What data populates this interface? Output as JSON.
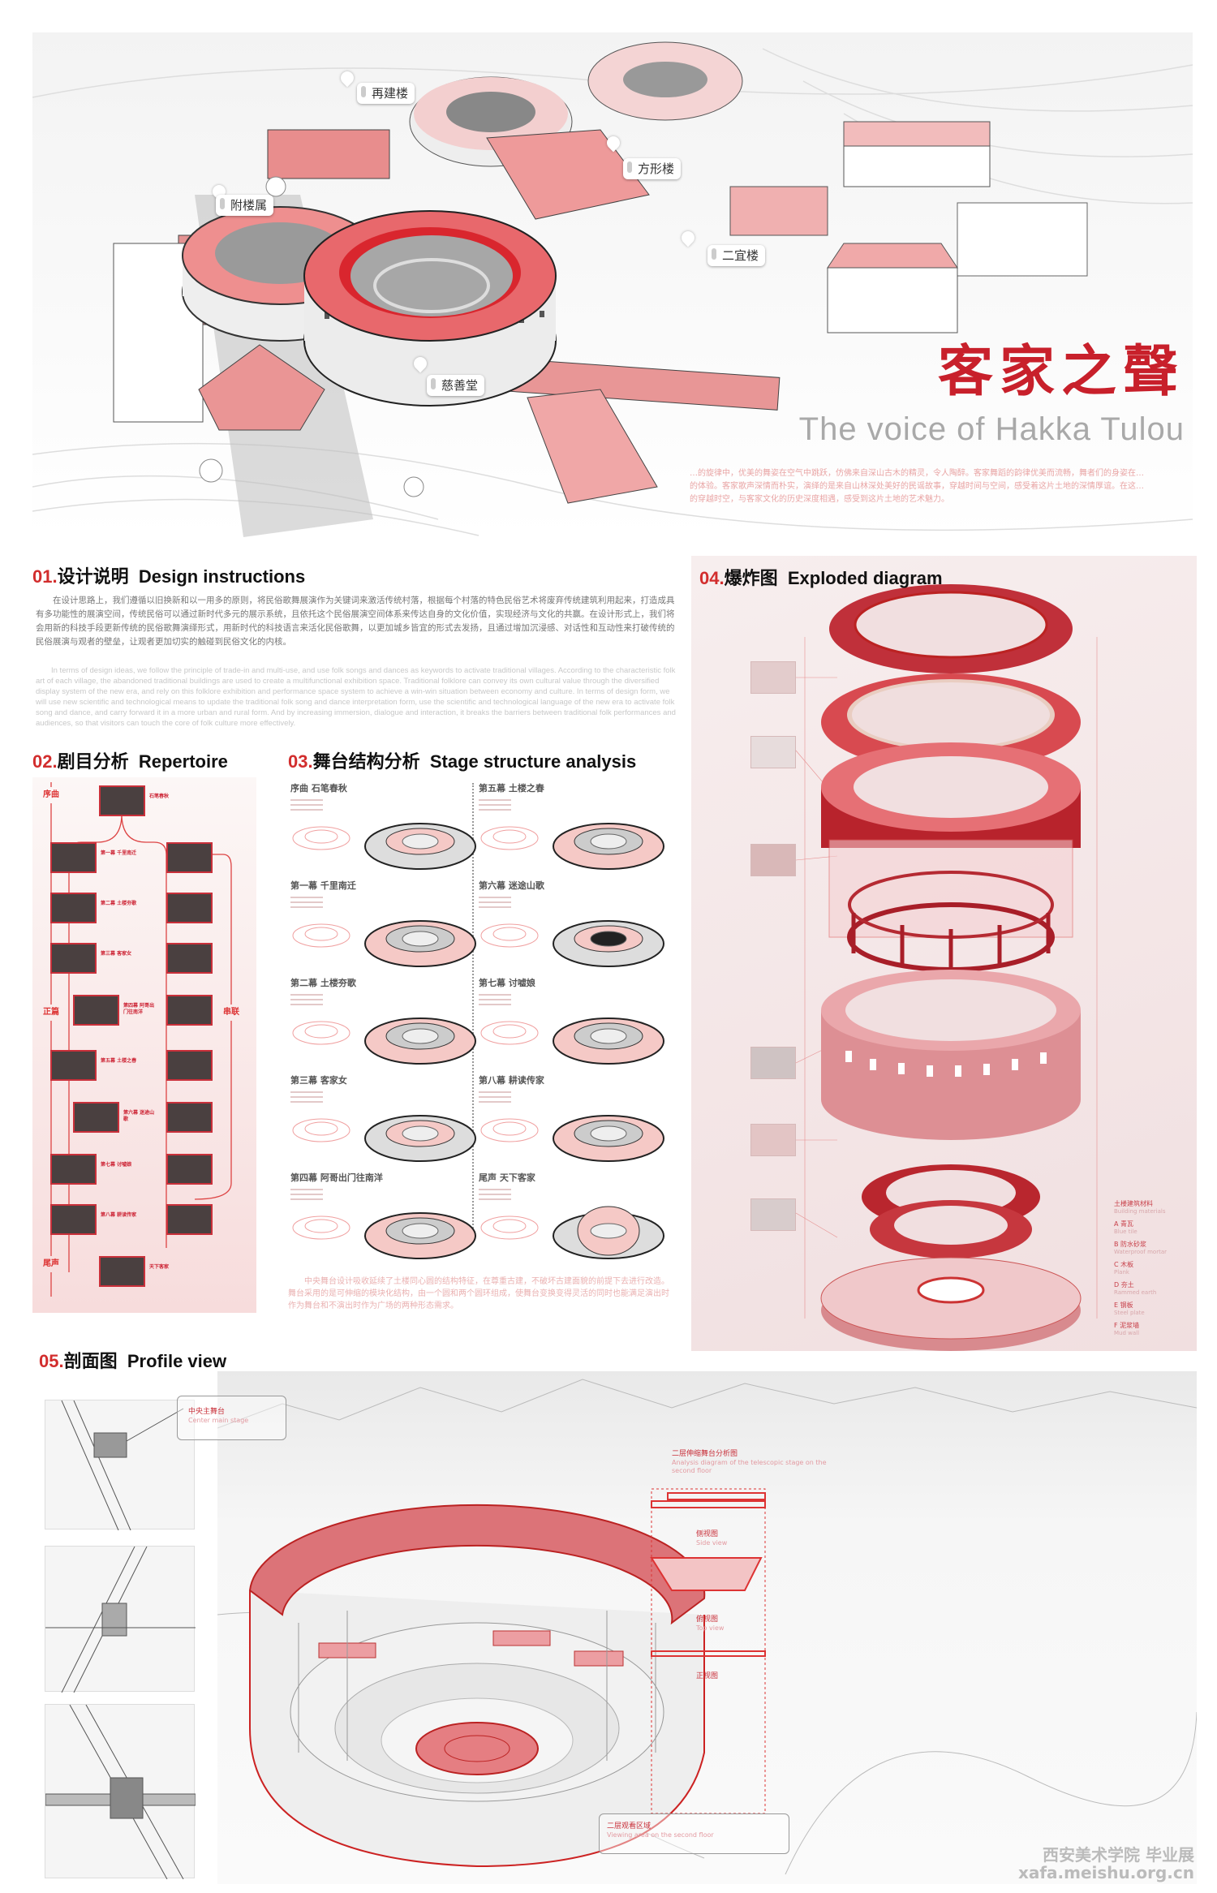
{
  "hero": {
    "title_cn": "客家之聲",
    "title_en": "The voice of Hakka Tulou",
    "intro": "…的旋律中，优美的舞姿在空气中跳跃，仿佛来自深山古木的精灵，令人陶醉。客家舞蹈的韵律优美而流畅，舞者们的身姿在…的体验。客家歌声深情而朴实，演绎的是来自山林深处美好的民谣故事，穿越时间与空间，感受着这片土地的深情厚谊。在这…的穿越时空，与客家文化的历史深度相遇，感受到这片土地的艺术魅力。",
    "callouts": [
      "再建楼",
      "方形楼",
      "附楼属",
      "二宜楼",
      "慈善堂"
    ]
  },
  "sections": {
    "s01": {
      "num": "01.",
      "cn": "设计说明",
      "en": "Design instructions"
    },
    "s02": {
      "num": "02.",
      "cn": "剧目分析",
      "en": "Repertoire"
    },
    "s03": {
      "num": "03.",
      "cn": "舞台结构分析",
      "en": "Stage structure analysis"
    },
    "s04": {
      "num": "04.",
      "cn": "爆炸图",
      "en": "Exploded diagram"
    },
    "s05": {
      "num": "05.",
      "cn": "剖面图",
      "en": "Profile view"
    }
  },
  "design": {
    "cn": "在设计思路上，我们遵循以旧换新和以一用多的原则，将民俗歌舞展演作为关键词来激活传统村落，根据每个村落的特色民俗艺术将废弃传统建筑利用起来，打造成具有多功能性的展演空间，传统民俗可以通过新时代多元的展示系统，且依托这个民俗展演空间体系来传达自身的文化价值，实现经济与文化的共赢。在设计形式上，我们将会用新的科技手段更新传统的民俗歌舞演绎形式，用新时代的科技语言来活化民俗歌舞，以更加城乡皆宜的形式去发扬，且通过增加沉浸感、对话性和互动性来打破传统的民俗展演与观者的壁垒，让观者更加切实的触碰到民俗文化的内核。",
    "en": "In terms of design ideas, we follow the principle of trade-in and multi-use, and use folk songs and dances as keywords to activate traditional villages. According to the characteristic folk art of each village, the abandoned traditional buildings are used to create a multifunctional exhibition space. Traditional folklore can convey its own cultural value through the diversified display system of the new era, and rely on this folklore exhibition and performance space system to achieve a win-win situation between economy and culture. In terms of design form, we will use new scientific and technological means to update the traditional folk song and dance interpretation form, use the scientific and technological language of the new era to activate folk song and dance, and carry forward it in a more urban and rural form. And by increasing immersion, dialogue and interaction, it breaks the barriers between traditional folk performances and audiences, so that visitors can touch the core of folk culture more effectively."
  },
  "repertoire": {
    "side_labels": {
      "prelude": "序曲",
      "main": "正篇",
      "epilogue": "尾声",
      "link": "串联"
    },
    "acts": [
      "石笔春秋",
      "第一幕 千里南迁",
      "第二幕 土楼夯歌",
      "第三幕 客家女",
      "第四幕 阿哥出门往南洋",
      "第五幕 土楼之春",
      "第六幕 迷途山歌",
      "第七幕 讨嘘娘",
      "第八幕 耕读传家",
      "天下客家"
    ]
  },
  "stages": {
    "items": [
      {
        "title": "序曲 石笔春秋"
      },
      {
        "title": "第五幕 土楼之春"
      },
      {
        "title": "第一幕 千里南迁"
      },
      {
        "title": "第六幕 迷途山歌"
      },
      {
        "title": "第二幕 土楼夯歌"
      },
      {
        "title": "第七幕 讨嘘娘"
      },
      {
        "title": "第三幕 客家女"
      },
      {
        "title": "第八幕 耕读传家"
      },
      {
        "title": "第四幕 阿哥出门往南洋"
      },
      {
        "title": "尾声 天下客家"
      }
    ],
    "caption": "中央舞台设计吸收延续了土楼同心圆的结构特征，在尊重古建，不破坏古建面貌的前提下去进行改造。舞台采用的是可伸缩的模块化结构，由一个圆和两个圆环组成，使舞台变换变得灵活的同时也能满足演出时作为舞台和不演出时作为广场的两种形态需求。"
  },
  "exploded": {
    "legend_title": "土楼建筑材料",
    "legend_title_en": "Building materials",
    "materials": [
      {
        "cn": "A 青瓦",
        "en": "Blue tile"
      },
      {
        "cn": "B 防水砂浆",
        "en": "Waterproof mortar"
      },
      {
        "cn": "C 木板",
        "en": "Plank"
      },
      {
        "cn": "D 夯土",
        "en": "Rammed earth"
      },
      {
        "cn": "E 钢板",
        "en": "Steel plate"
      },
      {
        "cn": "F 泥浆墙",
        "en": "Mud wall"
      }
    ]
  },
  "profile": {
    "labels": {
      "center_cn": "中央主舞台",
      "center_en": "Center main stage",
      "upper_cn": "二层伸缩舞台分析图",
      "upper_en": "Analysis diagram of the telescopic stage on the second floor",
      "view_cn": "二层观看区域",
      "view_en": "Viewing area on the second floor",
      "side_cn": "侧视图",
      "side_en": "Side view",
      "top_cn": "俯视图",
      "top_en": "Top view",
      "front_cn": "正视图"
    }
  },
  "watermark": {
    "line1": "西安美术学院 毕业展",
    "line2": "xafa.meishu.org.cn"
  },
  "colors": {
    "accent": "#d22d2d",
    "pink": "#f2c4c4",
    "title_red": "#c8202b"
  }
}
